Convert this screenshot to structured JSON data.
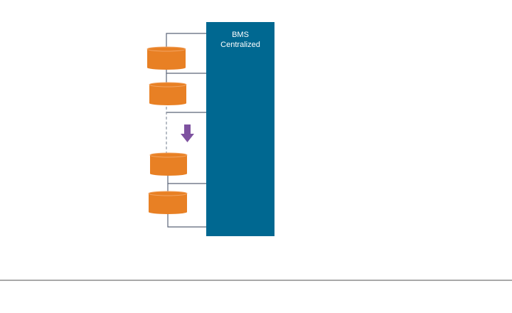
{
  "diagram": {
    "bms_block": {
      "label_line1": "BMS",
      "label_line2": "Centralized",
      "color": "#006891"
    },
    "batteries": [
      {
        "name": "battery-cell-1"
      },
      {
        "name": "battery-cell-2"
      },
      {
        "name": "battery-cell-3"
      },
      {
        "name": "battery-cell-4"
      }
    ],
    "colors": {
      "battery": "#E88024",
      "battery_top": "#F2A463",
      "wire": "#5A6478",
      "arrow": "#7E52A0",
      "divider": "#A8A8A8"
    },
    "arrow": {
      "direction": "down",
      "meaning": "continuation"
    }
  }
}
